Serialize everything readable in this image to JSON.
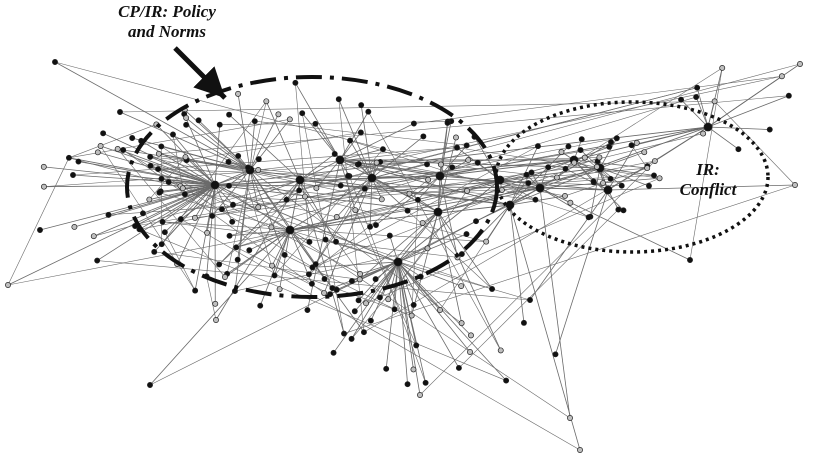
{
  "annotations": {
    "policy_line1": "CP/IR: Policy",
    "policy_line2": "and Norms",
    "conflict_line1": "IR:",
    "conflict_line2": "Conflict"
  },
  "colors": {
    "edge": "#6a6a6a",
    "node_dark": "#111111",
    "node_light": "#bfbfbf",
    "node_outline": "#222222"
  }
}
